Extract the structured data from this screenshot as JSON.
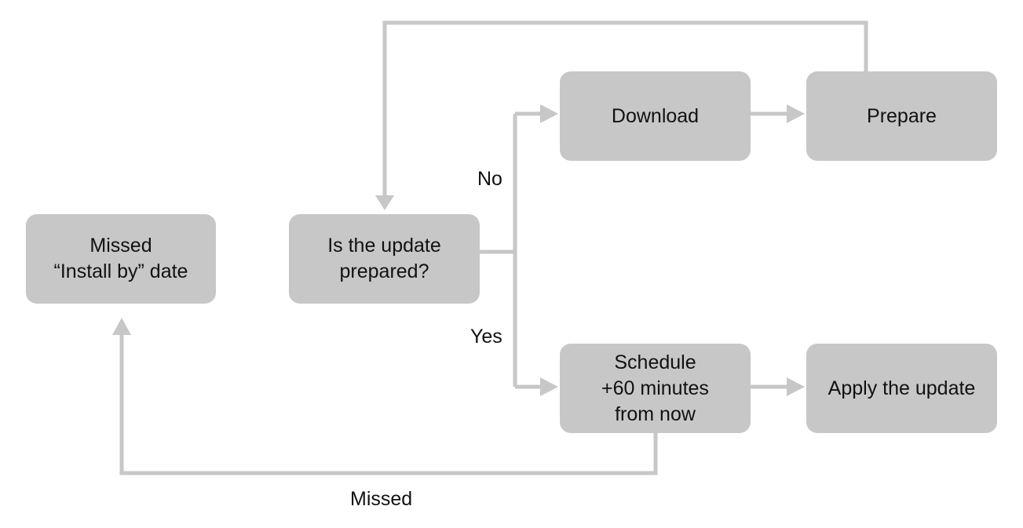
{
  "colors": {
    "node_fill": "#c7c7c7",
    "connector": "#c7c7c7",
    "text": "#111111",
    "background": "#ffffff"
  },
  "nodes": {
    "missed_install_by": {
      "line1": "Missed",
      "line2": "“Install by” date"
    },
    "is_update_prepared": {
      "line1": "Is the update",
      "line2": "prepared?"
    },
    "download": {
      "label": "Download"
    },
    "prepare": {
      "label": "Prepare"
    },
    "schedule": {
      "line1": "Schedule",
      "line2": "+60 minutes",
      "line3": "from now"
    },
    "apply_update": {
      "label": "Apply the update"
    }
  },
  "edge_labels": {
    "no": "No",
    "yes": "Yes",
    "missed": "Missed"
  }
}
